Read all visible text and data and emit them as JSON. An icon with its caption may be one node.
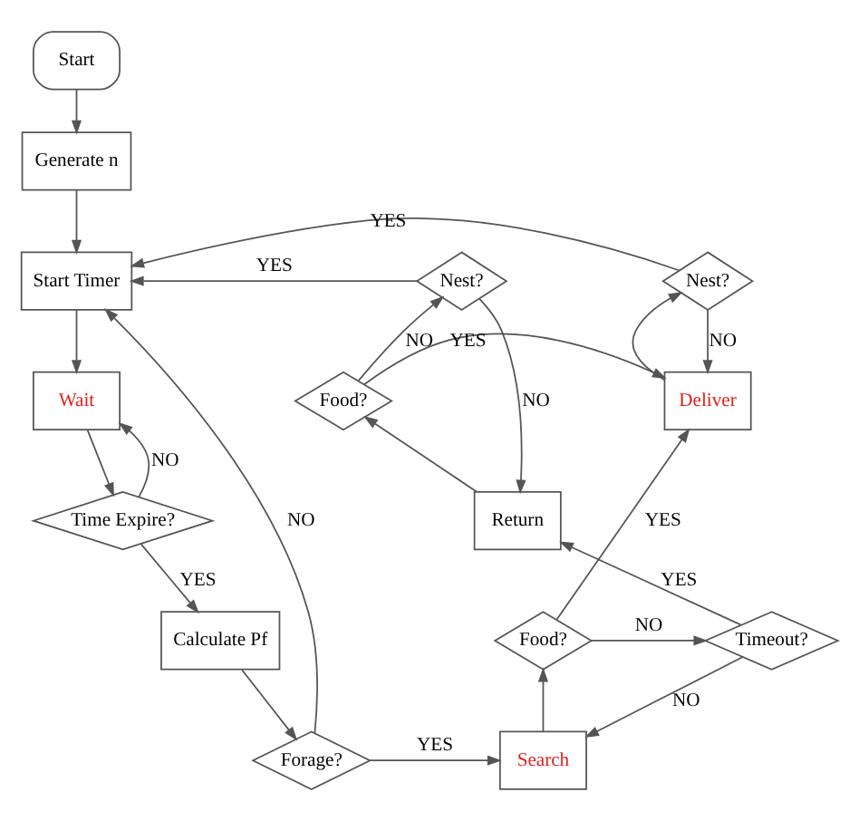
{
  "diagram": {
    "nodes": [
      {
        "text": [
          "Start"
        ]
      },
      {
        "text": [
          "Generate n"
        ]
      },
      {
        "text": [
          "Start Timer"
        ]
      },
      {
        "text": [
          "Wait"
        ]
      },
      {
        "text": [
          "Time Expire?"
        ]
      },
      {
        "text": [
          "Calculate Pf"
        ]
      },
      {
        "text": [
          "Forage?"
        ]
      },
      {
        "text": [
          "Search"
        ]
      },
      {
        "text": [
          "Food?"
        ]
      },
      {
        "text": [
          "Timeout?"
        ]
      },
      {
        "text": [
          "Return"
        ]
      },
      {
        "text": [
          "Food?"
        ]
      },
      {
        "text": [
          "Nest?"
        ]
      },
      {
        "text": [
          "Nest?"
        ]
      },
      {
        "text": [
          "Deliver"
        ]
      }
    ],
    "edges": [
      {
        "from": 0,
        "to": 1,
        "arrow": "to"
      },
      {
        "from": 1,
        "to": 2,
        "arrow": "to"
      },
      {
        "from": 2,
        "to": 3,
        "arrow": "to"
      },
      {
        "from": 3,
        "to": 4,
        "arrow": "to"
      },
      {
        "from": 4,
        "to": 3,
        "arrow": "to",
        "label": "NO"
      },
      {
        "from": 4,
        "to": 5,
        "arrow": "to",
        "label": "YES"
      },
      {
        "from": 5,
        "to": 6,
        "arrow": "to"
      },
      {
        "from": 6,
        "to": 7,
        "arrow": "to",
        "label": "YES"
      },
      {
        "from": 6,
        "to": 2,
        "arrow": "to",
        "label": "NO"
      },
      {
        "from": 7,
        "to": 8,
        "arrow": "to"
      },
      {
        "from": 8,
        "to": 14,
        "arrow": "to",
        "label": "YES"
      },
      {
        "from": 8,
        "to": 9,
        "arrow": "to",
        "label": "NO"
      },
      {
        "from": 9,
        "to": 10,
        "arrow": "to",
        "label": "YES"
      },
      {
        "from": 9,
        "to": 7,
        "arrow": "to",
        "label": "NO"
      },
      {
        "from": 10,
        "to": 11,
        "arrow": "to"
      },
      {
        "from": 11,
        "to": 14,
        "arrow": "to",
        "label": "YES"
      },
      {
        "from": 11,
        "to": 12,
        "arrow": "to",
        "label": "NO"
      },
      {
        "from": 12,
        "to": 10,
        "arrow": "to",
        "label": "NO"
      },
      {
        "from": 12,
        "to": 2,
        "arrow": "to",
        "label": "YES"
      },
      {
        "from": 14,
        "to": 13,
        "arrow": "to"
      },
      {
        "from": 13,
        "to": 14,
        "arrow": "to",
        "label": "NO"
      },
      {
        "from": 13,
        "to": 2,
        "arrow": "to",
        "label": "YES"
      }
    ]
  }
}
